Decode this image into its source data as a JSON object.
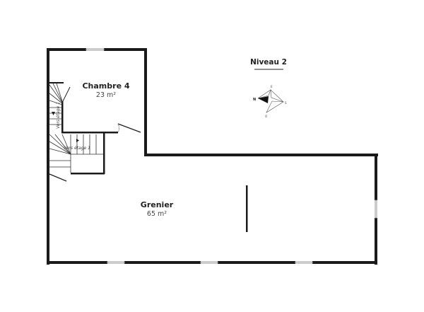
{
  "level": {
    "label": "Niveau 2"
  },
  "rooms": [
    {
      "name": "Chambre 4",
      "area": "23 m²"
    },
    {
      "name": "Grenier",
      "area": "65 m²"
    }
  ],
  "stairs": [
    {
      "label": "Vers étage 1"
    },
    {
      "label": "Vers étage 1"
    }
  ],
  "compass": {
    "n": "N",
    "e": "E",
    "s": "S",
    "o": "O"
  },
  "colors": {
    "wall": "#1a1a1a",
    "window": "#9a9a9a"
  }
}
